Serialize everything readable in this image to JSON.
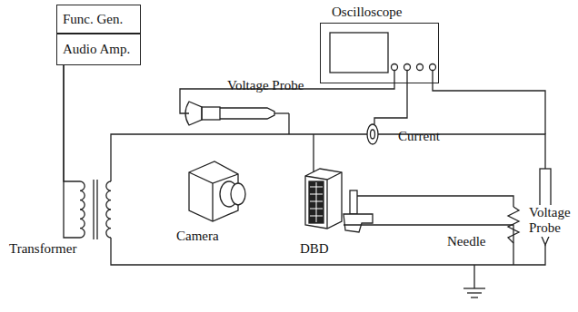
{
  "diagram": {
    "nodes": [
      {
        "text": [
          "Func. Gen."
        ]
      },
      {
        "text": [
          "Audio Amp."
        ]
      },
      {
        "text": [
          "Oscilloscope"
        ]
      }
    ],
    "labels": [
      "Voltage Probe",
      "Current",
      "Transformer",
      "Camera",
      "DBD",
      "Needle",
      "Voltage Probe"
    ]
  }
}
